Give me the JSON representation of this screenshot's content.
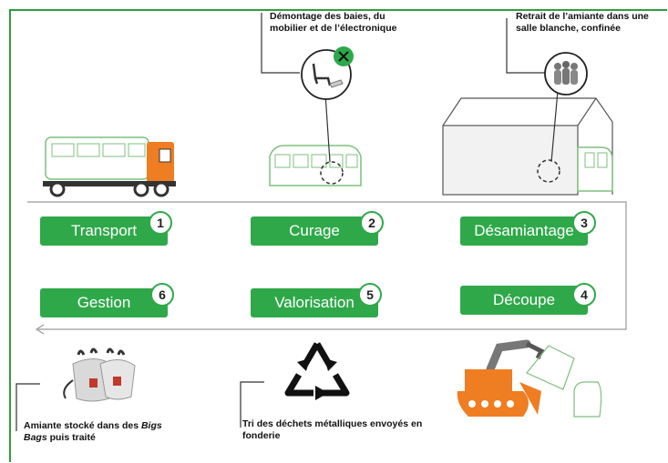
{
  "colors": {
    "green": "#2fa84a",
    "orange": "#ef7d22",
    "grey": "#9a9a9a"
  },
  "steps": [
    {
      "number": "1",
      "label": "Transport"
    },
    {
      "number": "2",
      "label": "Curage"
    },
    {
      "number": "3",
      "label": "Désamiantage"
    },
    {
      "number": "4",
      "label": "Découpe"
    },
    {
      "number": "5",
      "label": "Valorisation"
    },
    {
      "number": "6",
      "label": "Gestion"
    }
  ],
  "captions": {
    "curage": "Démontage des baies, du mobilier et de l’électronique",
    "desamiantage": "Retrait de l’amiante dans une salle blanche, confinée",
    "gestion_pre": "Amiante stocké dans des",
    "gestion_em": "Bigs Bags",
    "gestion_post": "puis traité",
    "valorisation": "Tri des déchets métalliques envoyés en fonderie"
  },
  "icons": [
    "truck-icon",
    "train-car-icon",
    "seat-icon",
    "scissors-icon",
    "workers-icon",
    "hangar-icon",
    "big-bags-icon",
    "recycle-icon",
    "demolition-machine-icon"
  ]
}
